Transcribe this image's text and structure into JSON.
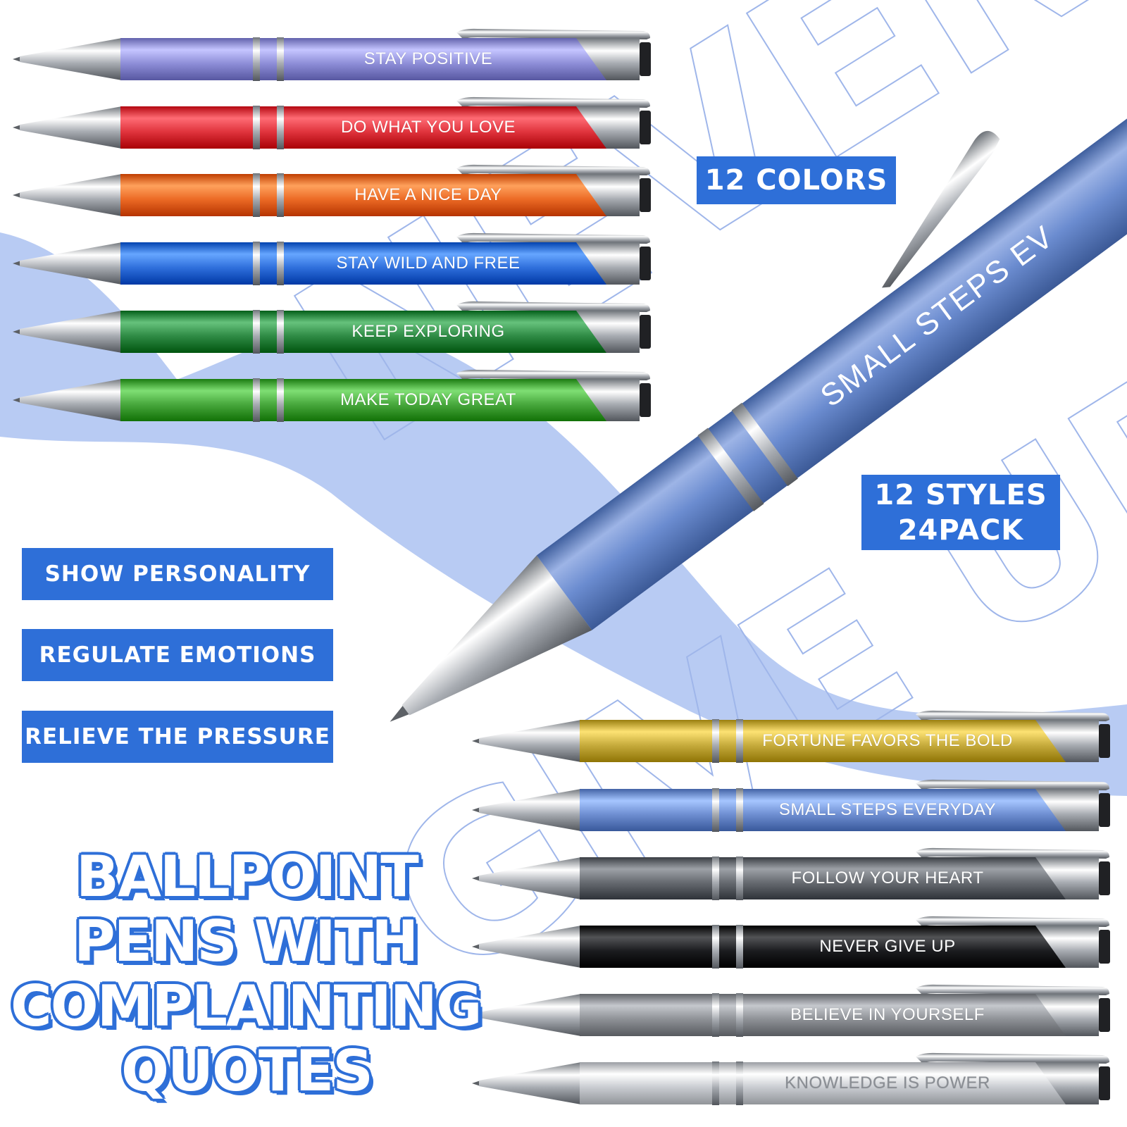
{
  "background": {
    "watermark_top": "NEVER",
    "watermark_bottom": "GIVE UP",
    "wave_color": "#b8cbf3",
    "outline_color": "#9fb6ea"
  },
  "pens_left": [
    {
      "quote": "STAY POSITIVE",
      "color": "#8e8ed8"
    },
    {
      "quote": "DO WHAT YOU LOVE",
      "color": "#e0343d"
    },
    {
      "quote": "HAVE A NICE DAY",
      "color": "#ec6a25"
    },
    {
      "quote": "STAY WILD AND FREE",
      "color": "#2f6fdc"
    },
    {
      "quote": "KEEP EXPLORING",
      "color": "#2f8b45"
    },
    {
      "quote": "MAKE TODAY GREAT",
      "color": "#48a83d"
    }
  ],
  "pens_right": [
    {
      "quote": "FORTUNE FAVORS THE BOLD",
      "color": "#c6ab3c"
    },
    {
      "quote": "SMALL STEPS EVERYDAY",
      "color": "#6f8fd2"
    },
    {
      "quote": "FOLLOW YOUR HEART",
      "color": "#666a70"
    },
    {
      "quote": "NEVER GIVE UP",
      "color": "#1b1c1f"
    },
    {
      "quote": "BELIEVE IN YOURSELF",
      "color": "#8e9196"
    },
    {
      "quote": "KNOWLEDGE IS POWER",
      "color": "#c8cbd0"
    }
  ],
  "featured_pen": {
    "quote": "SMALL STEPS EV",
    "color": "#6b8cd0"
  },
  "badges": {
    "colors": "12 COLORS",
    "styles_line1": "12 STYLES",
    "styles_line2": "24PACK",
    "benefit_1": "SHOW PERSONALITY",
    "benefit_2": "REGULATE EMOTIONS",
    "benefit_3": "RELIEVE THE PRESSURE"
  },
  "title": {
    "line1": "BALLPOINT",
    "line2": "PENS WITH",
    "line3": "COMPLAINTING",
    "line4": "QUOTES"
  },
  "accent_color": "#2e6fd8"
}
